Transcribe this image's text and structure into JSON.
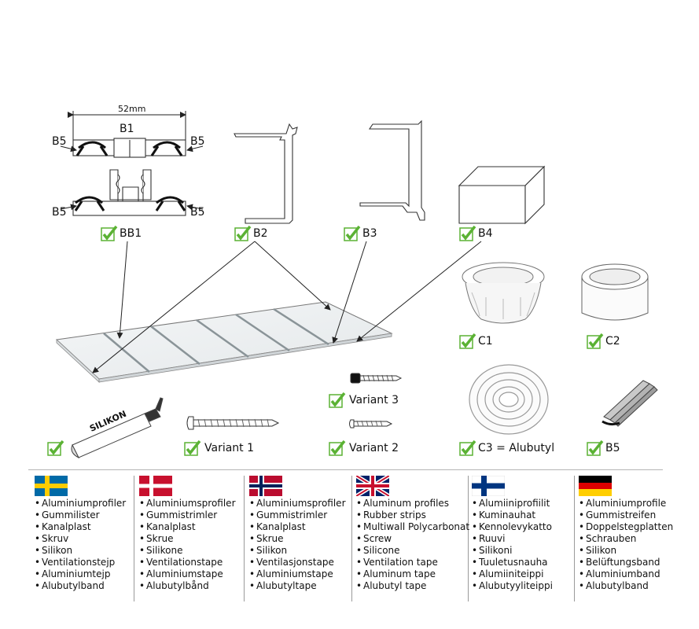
{
  "dimension": "52mm",
  "profile_labels": {
    "b1": "B1",
    "b5_tl": "B5",
    "b5_tr": "B5",
    "b5_bl": "B5",
    "b5_br": "B5"
  },
  "items": {
    "bb1": "BB1",
    "b2": "B2",
    "b3": "B3",
    "b4": "B4",
    "c1": "C1",
    "c2": "C2",
    "variant3": "Variant 3",
    "variant1": "Variant 1",
    "variant2": "Variant 2",
    "c3": "C3 = Alubutyl",
    "b5": "B5",
    "silikon_tube_text": "SILIKON"
  },
  "colors": {
    "check_green": "#5bb234",
    "line": "#333333"
  },
  "languages": [
    {
      "flag": "sweden-flag",
      "items": [
        "Aluminiumprofiler",
        "Gummilister",
        "Kanalplast",
        "Skruv",
        "Silikon",
        "Ventilationstejp",
        "Aluminiumtejp",
        "Alubutylband"
      ]
    },
    {
      "flag": "denmark-flag",
      "items": [
        "Aluminiumsprofiler",
        "Gummistrimler",
        "Kanalplast",
        "Skrue",
        "Silikone",
        "Ventilationstape",
        "Aluminiumstape",
        "Alubutylbånd"
      ]
    },
    {
      "flag": "norway-flag",
      "items": [
        "Aluminiumsprofiler",
        "Gummistrimler",
        "Kanalplast",
        "Skrue",
        "Silikon",
        "Ventilasjonstape",
        "Aluminiumstape",
        "Alubutyltape"
      ]
    },
    {
      "flag": "uk-flag",
      "items": [
        "Aluminum profiles",
        "Rubber strips",
        "Multiwall Polycarbonat",
        "Screw",
        "Silicone",
        "Ventilation tape",
        "Aluminum tape",
        "Alubutyl tape"
      ]
    },
    {
      "flag": "finland-flag",
      "items": [
        "Alumiiniprofiilit",
        "Kuminauhat",
        "Kennolevykatto",
        "Ruuvi",
        "Silikoni",
        "Tuuletusnauha",
        "Alumiiniteippi",
        "Alubutyyliteippi"
      ]
    },
    {
      "flag": "germany-flag",
      "items": [
        "Aluminiumprofile",
        "Gummistreifen",
        "Doppelstegplatten",
        "Schrauben",
        "Silikon",
        "Belüftungsband",
        "Aluminiumband",
        "Alubutylband"
      ]
    }
  ]
}
